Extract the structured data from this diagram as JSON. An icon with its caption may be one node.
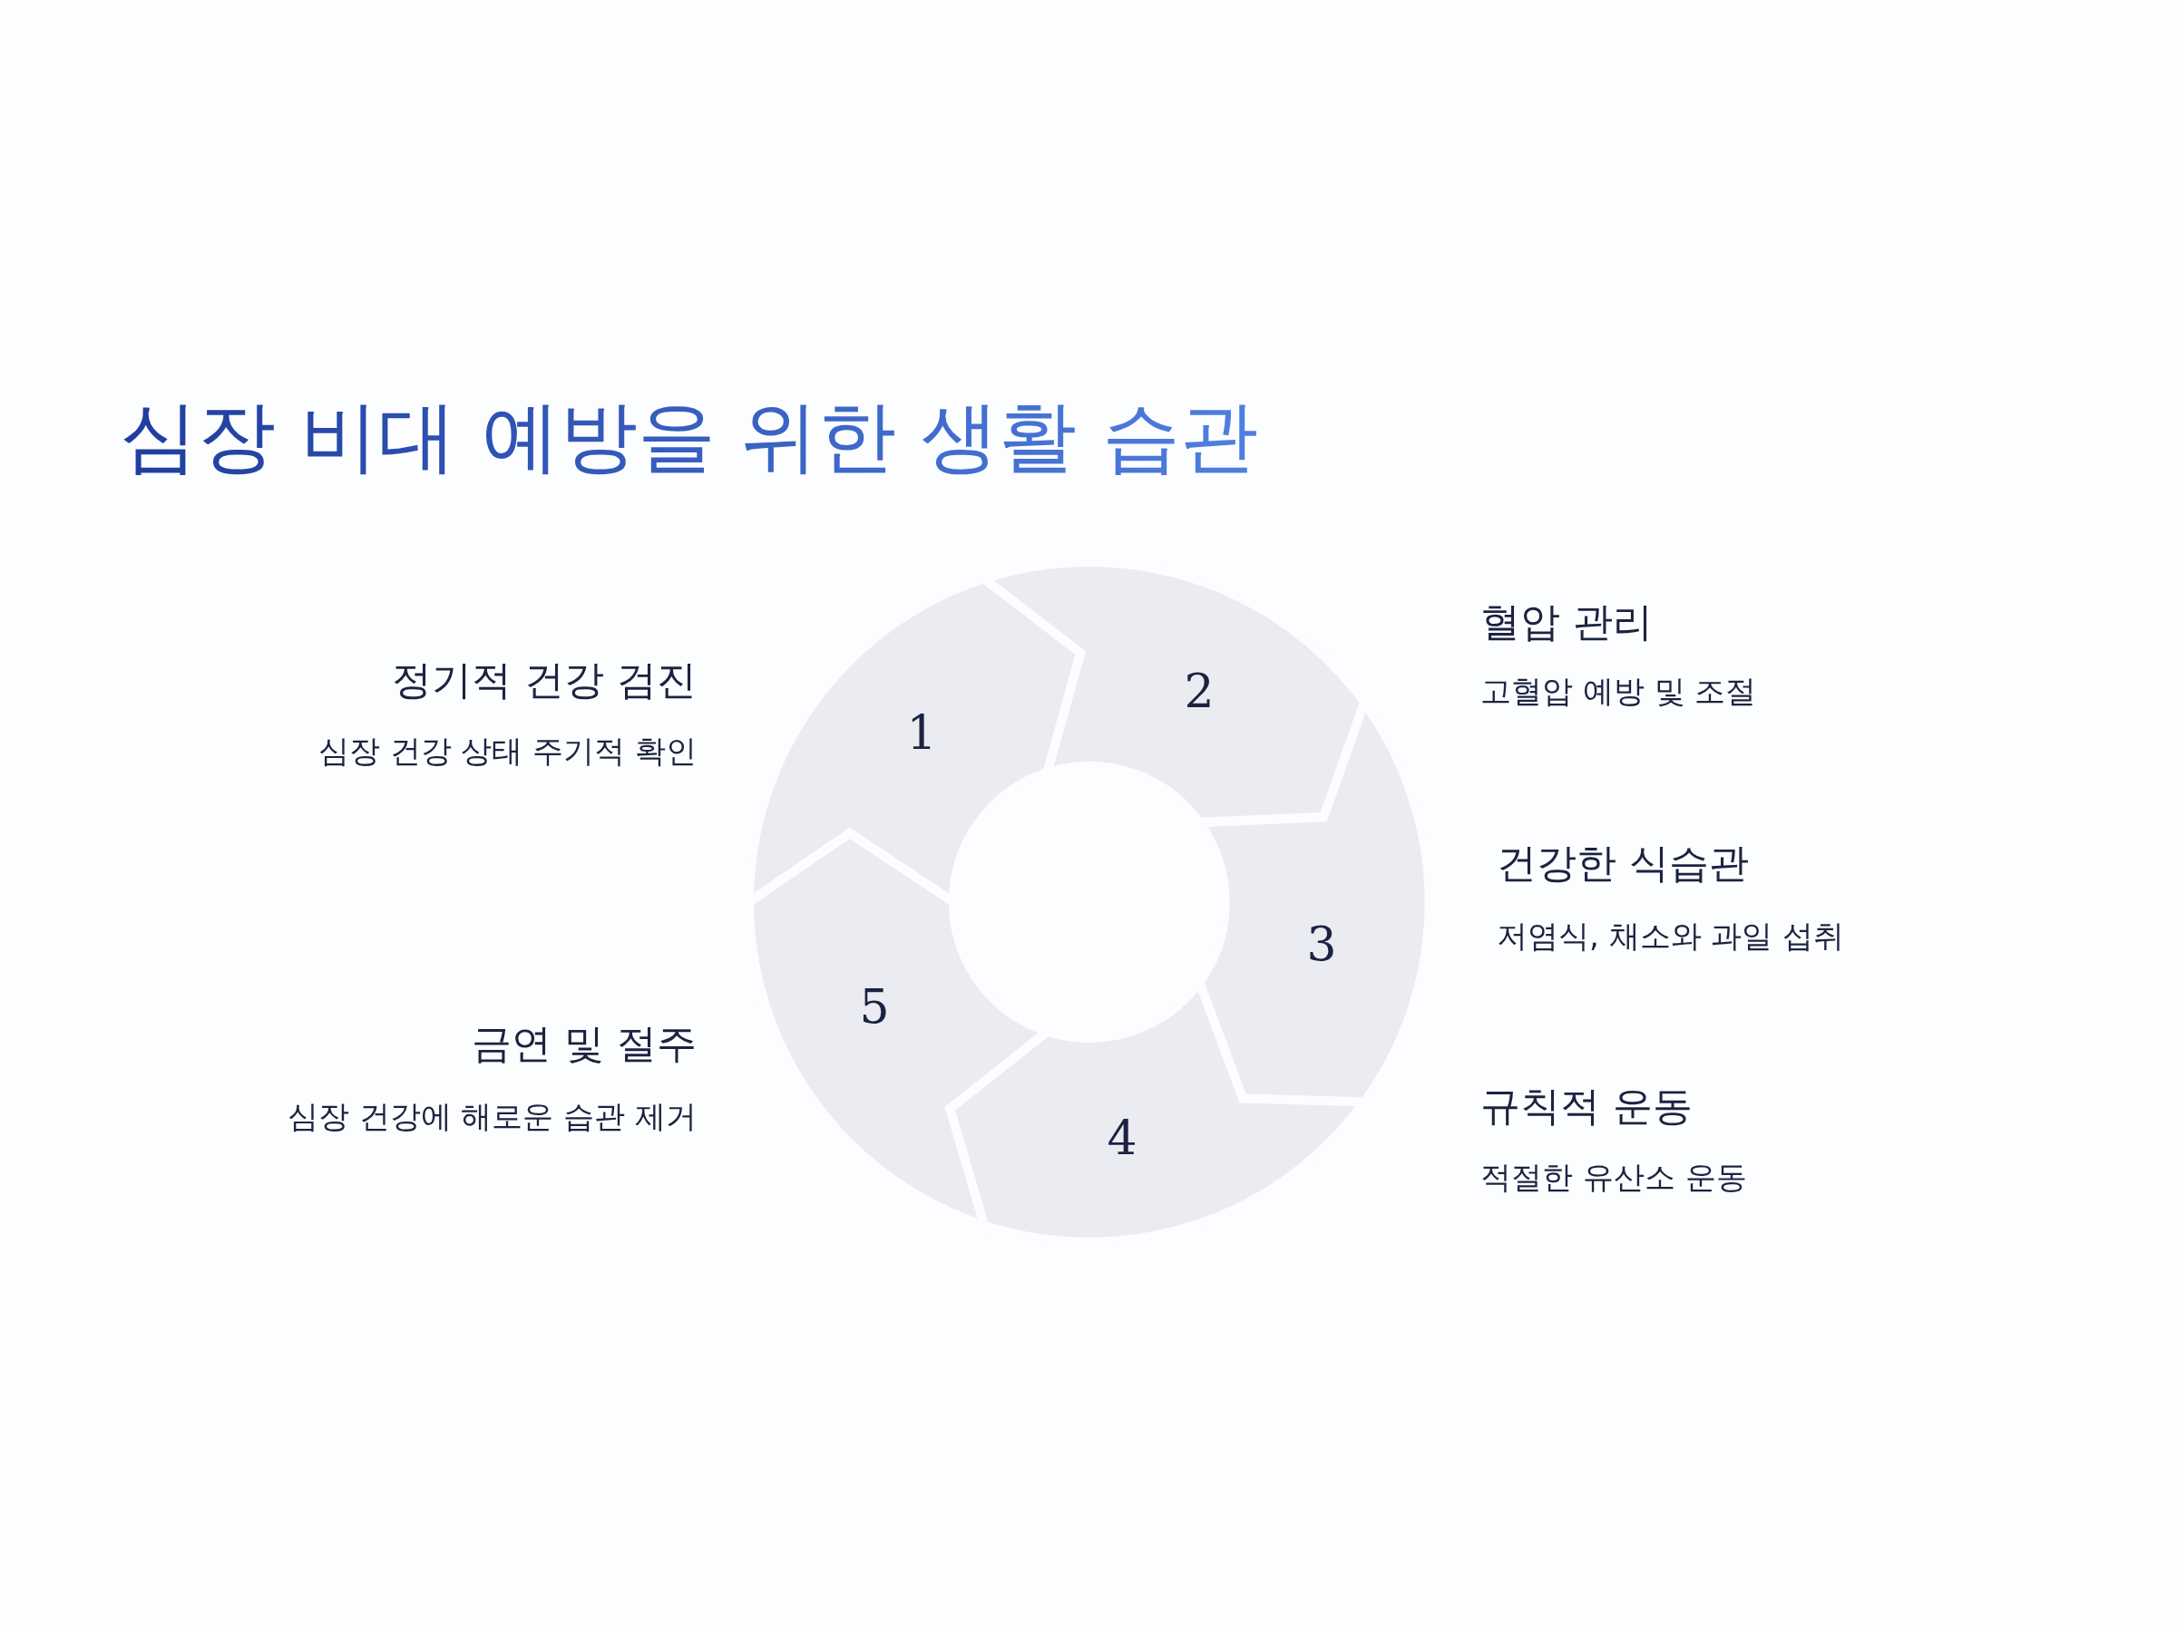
{
  "diagram": {
    "title": "심장 비대 예방을 위한 생활 습관",
    "nodes": [
      {
        "text": [
          "1"
        ],
        "beside": [
          "정기적 건강 검진",
          "심장 건강 상태 주기적 확인"
        ]
      },
      {
        "text": [
          "2"
        ],
        "beside": [
          "혈압 관리",
          "고혈압 예방 및 조절"
        ]
      },
      {
        "text": [
          "3"
        ],
        "beside": [
          "건강한 식습관",
          "저염식, 채소와 과일 섭취"
        ]
      },
      {
        "text": [
          "4"
        ],
        "beside": [
          "규칙적 운동",
          "적절한 유산소 운동"
        ]
      },
      {
        "text": [
          "5"
        ],
        "beside": [
          "금연 및 절주",
          "심장 건강에 해로운 습관 제거"
        ]
      }
    ]
  }
}
